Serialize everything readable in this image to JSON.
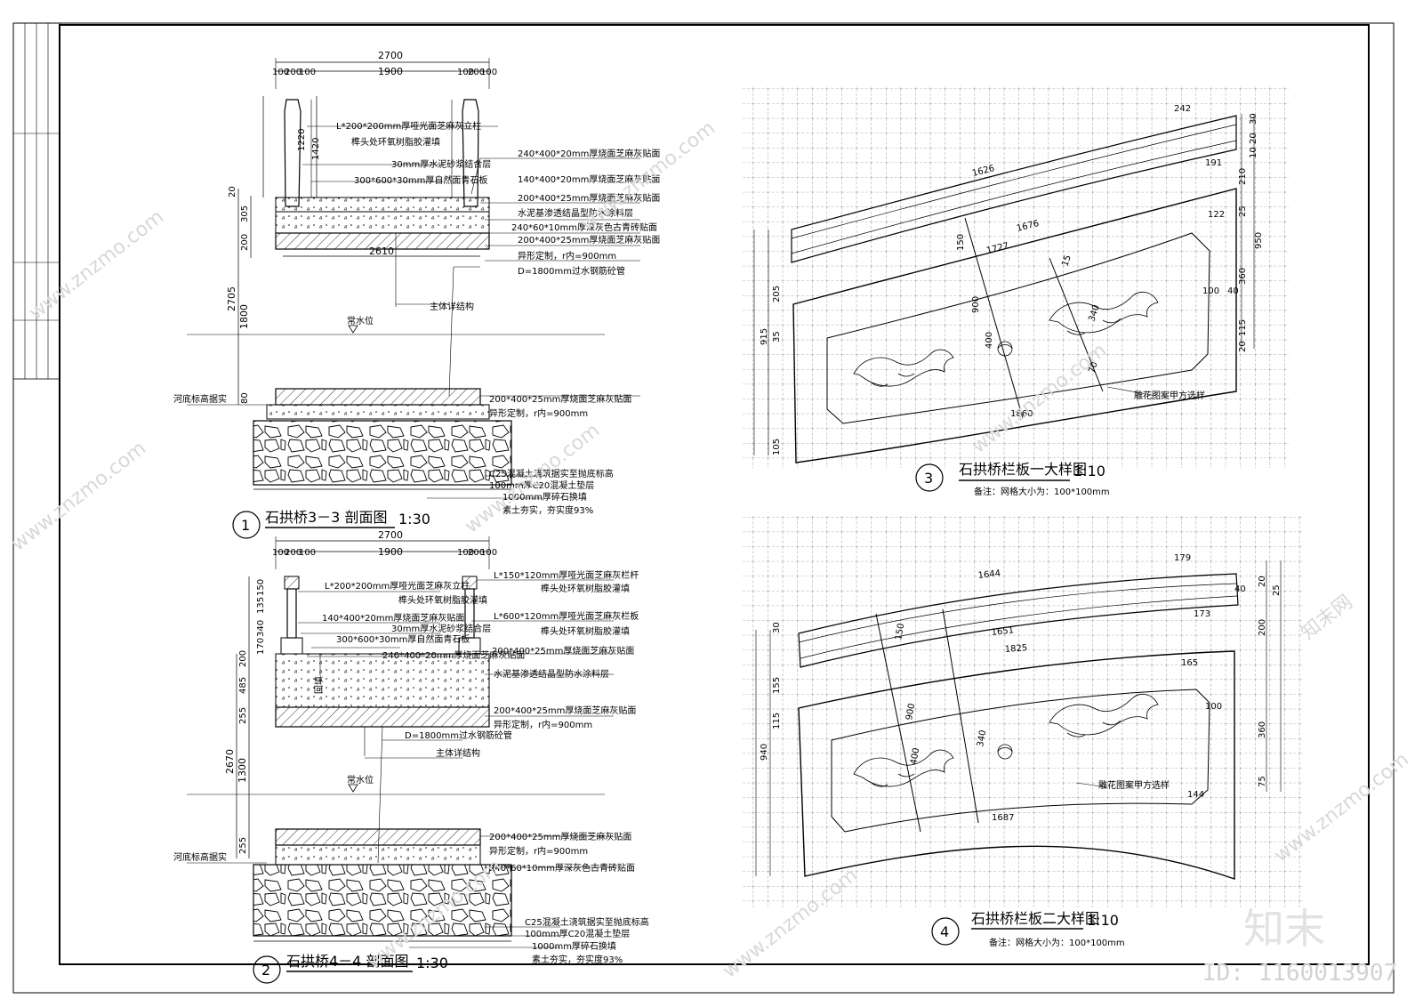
{
  "drawings": {
    "section1": {
      "number": "1",
      "title": "石拱桥3－3 剖面图",
      "scale": "1:30",
      "top_dims": [
        "2700",
        "100",
        "200",
        "100",
        "1900",
        "100",
        "200",
        "100"
      ],
      "left_dims": [
        "1220",
        "1420",
        "20",
        "305",
        "200",
        "2705",
        "1800",
        "80"
      ],
      "width_dim": "2610",
      "water_level": "常水位",
      "riverbed": "河底标高据实",
      "notes": [
        "L*200*200mm厚哑光面芝麻灰立柱",
        "榫头处环氧树脂胶灌填",
        "30mm厚水泥砂浆结合层",
        "300*600*30mm厚自然面青石板",
        "240*400*20mm厚烧面芝麻灰贴面",
        "140*400*20mm厚烧面芝麻灰贴面",
        "200*400*25mm厚烧面芝麻灰贴面",
        "水泥基渗透结晶型防水涂料层",
        "240*60*10mm厚深灰色古青砖贴面",
        "200*400*25mm厚烧面芝麻灰贴面",
        "异形定制，r内=900mm",
        "D=1800mm过水钢筋砼管",
        "主体详结构",
        "200*400*25mm厚烧面芝麻灰贴面",
        "异形定制，r内=900mm",
        "C25混凝土浇筑据实至抛底标高",
        "100mm厚C20混凝土垫层",
        "1000mm厚碎石换填",
        "素土夯实，夯实度93%"
      ]
    },
    "section2": {
      "number": "2",
      "title": "石拱桥4－4 剖面图",
      "scale": "1:30",
      "top_dims": [
        "2700",
        "100",
        "200",
        "100",
        "1900",
        "100",
        "200",
        "100"
      ],
      "left_dims": [
        "150",
        "135",
        "340",
        "170",
        "200",
        "485",
        "255",
        "2670",
        "1300",
        "255"
      ],
      "water_level": "常水位",
      "riverbed": "河底标高据实",
      "fill_label": "回填",
      "notes": [
        "L*150*120mm厚哑光面芝麻灰栏杆",
        "榫头处环氧树脂胶灌填",
        "L*200*200mm厚哑光面芝麻灰立柱",
        "榫头处环氧树脂胶灌填",
        "140*400*20mm厚烧面芝麻灰贴面",
        "30mm厚水泥砂浆结合层",
        "L*600*120mm厚哑光面芝麻灰栏板",
        "榫头处环氧树脂胶灌填",
        "300*600*30mm厚自然面青石板",
        "240*400*20mm厚烧面芝麻灰贴面",
        "200*400*25mm厚烧面芝麻灰贴面",
        "水泥基渗透结晶型防水涂料层",
        "200*400*25mm厚烧面芝麻灰贴面",
        "异形定制，r内=900mm",
        "D=1800mm过水钢筋砼管",
        "主体详结构",
        "200*400*25mm厚烧面芝麻灰贴面",
        "异形定制，r内=900mm",
        "240*60*10mm厚深灰色古青砖贴面",
        "C25混凝土浇筑据实至抛底标高",
        "100mm厚C20混凝土垫层",
        "1000mm厚碎石换填",
        "素土夯实，夯实度93%"
      ]
    },
    "detail3": {
      "number": "3",
      "title": "石拱桥栏板一大样图",
      "scale": "1:10",
      "note": "备注：网格大小为：100*100mm",
      "carving_note": "雕花图案甲方选样",
      "dims": [
        "242",
        "1626",
        "1676",
        "1727",
        "1860",
        "191",
        "122",
        "30",
        "20",
        "10",
        "210",
        "25",
        "360",
        "950",
        "115",
        "20",
        "100",
        "40",
        "150",
        "900",
        "400",
        "340",
        "15",
        "70",
        "915",
        "205",
        "105",
        "35"
      ]
    },
    "detail4": {
      "number": "4",
      "title": "石拱桥栏板二大样图",
      "scale": "1:10",
      "note": "备注：网格大小为：100*100mm",
      "carving_note": "雕花图案甲方选样",
      "dims": [
        "179",
        "1644",
        "1651",
        "1825",
        "1687",
        "173",
        "165",
        "144",
        "40",
        "100",
        "150",
        "900",
        "400",
        "340",
        "940",
        "155",
        "115",
        "30",
        "25",
        "20",
        "360",
        "200",
        "75"
      ]
    }
  },
  "watermarks": {
    "site": "www.znzmo.com",
    "brand": "知末网",
    "logo": "知末",
    "id": "ID: 1160013907"
  }
}
